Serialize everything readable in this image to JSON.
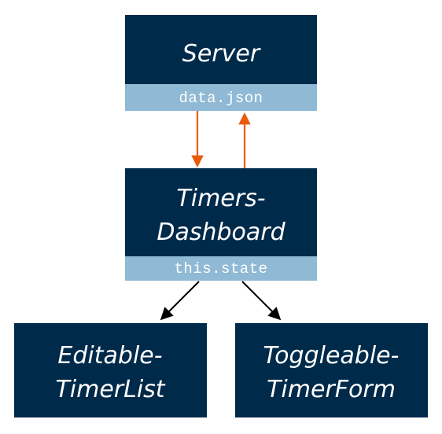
{
  "colors": {
    "box_fill": "#002a4a",
    "sub_fill": "#8fb9d4",
    "arrow_data_flow": "#e85a0e",
    "arrow_hierarchy": "#000000",
    "text": "#ffffff"
  },
  "nodes": {
    "server": {
      "title": "Server",
      "sub": "data.json"
    },
    "timers_dashboard": {
      "title_line1": "Timers-",
      "title_line2": "Dashboard",
      "sub": "this.state"
    },
    "editable_timer_list": {
      "title_line1": "Editable-",
      "title_line2": "TimerList"
    },
    "toggleable_timer_form": {
      "title_line1": "Toggleable-",
      "title_line2": "TimerForm"
    }
  },
  "edges": [
    {
      "from": "server",
      "to": "timers_dashboard",
      "style": "data-flow"
    },
    {
      "from": "timers_dashboard",
      "to": "server",
      "style": "data-flow"
    },
    {
      "from": "timers_dashboard",
      "to": "editable_timer_list",
      "style": "hierarchy"
    },
    {
      "from": "timers_dashboard",
      "to": "toggleable_timer_form",
      "style": "hierarchy"
    }
  ]
}
